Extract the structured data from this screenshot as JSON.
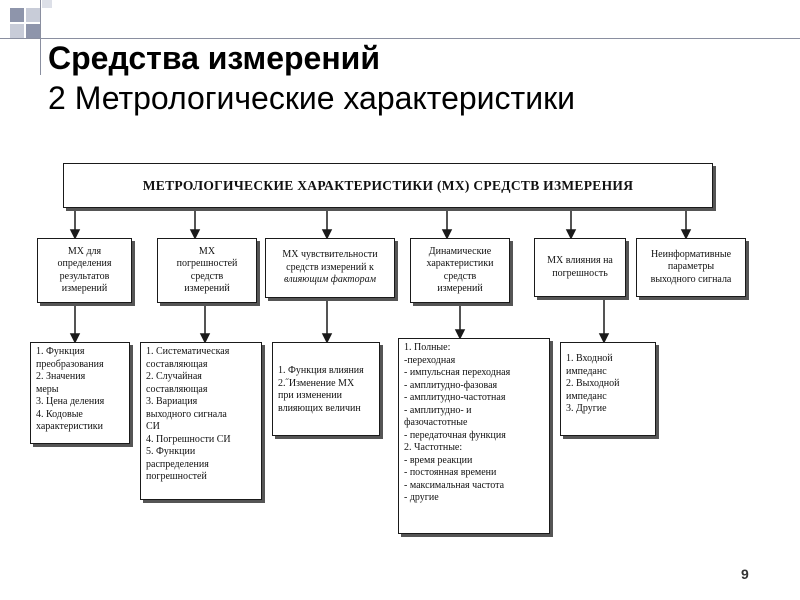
{
  "slide": {
    "title": "Средства измерений",
    "subtitle": "2 Метрологические характеристики",
    "page_number": "9"
  },
  "diagram": {
    "root": "МЕТРОЛОГИЧЕСКИЕ ХАРАКТЕРИСТИКИ (МХ) СРЕДСТВ ИЗМЕРЕНИЯ",
    "categories": [
      {
        "lines": [
          "МХ для",
          "определения",
          "результатов",
          "измерений"
        ]
      },
      {
        "lines": [
          "МХ",
          "погрешностей",
          "средств",
          "измерений"
        ]
      },
      {
        "lines": [
          "МХ чувствительности",
          "средств измерений к",
          "влияющим факторам"
        ]
      },
      {
        "lines": [
          "Динамические",
          "характеристики",
          "средств",
          "измерений"
        ]
      },
      {
        "lines": [
          "МХ влияния на",
          "погрешность"
        ]
      },
      {
        "lines": [
          "Неинформативные",
          "параметры",
          "выходного сигнала"
        ]
      }
    ],
    "details": [
      {
        "lines": [
          "1. Функция",
          "преобразования",
          "2. Значения",
          "меры",
          "3. Цена деления",
          "4. Кодовые",
          "характеристики"
        ]
      },
      {
        "lines": [
          "1. Систематическая",
          "составляющая",
          "2. Случайная",
          "составляющая",
          "3. Вариация",
          "выходного сигнала",
          "СИ",
          "4. Погрешности СИ",
          "5. Функции",
          "распределения",
          "погрешностей"
        ]
      },
      {
        "lines": [
          "1. Функция влияния",
          "2.˝Изменение МХ",
          "при изменении",
          "влияющих величин"
        ]
      },
      {
        "lines": [
          "1. Полные:",
          "-переходная",
          "- импульсная переходная",
          "- амплитудно-фазовая",
          "- амплитудно-частотная",
          "- амплитудно- и",
          "фазочастотные",
          "- передаточная функция",
          "2. Частотные:",
          "- время реакции",
          "- постоянная времени",
          "- максимальная частота",
          "- другие"
        ]
      },
      {
        "lines": [
          "1. Входной",
          "импеданс",
          "2. Выходной",
          "импеданс",
          "3. Другие"
        ]
      }
    ]
  }
}
